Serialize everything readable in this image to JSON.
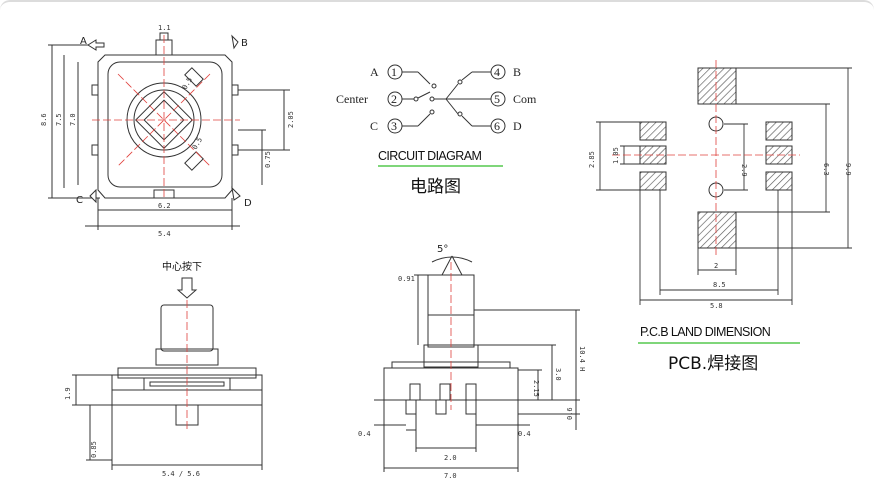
{
  "top_view": {
    "labels": {
      "a": "A",
      "b": "B",
      "c": "C",
      "d": "D"
    },
    "dims": {
      "width_outer": "5.4",
      "width_body": "6.2",
      "height_outer": "8.6",
      "height_body": "7.5",
      "height_inner": "7.0",
      "right_1": "2.05",
      "right_2": "0.75",
      "angle_1": "0.5",
      "angle_2": "0.5",
      "top": "1.1"
    }
  },
  "circuit": {
    "pins": [
      {
        "num": "1",
        "name": "A"
      },
      {
        "num": "2",
        "name": "Center"
      },
      {
        "num": "3",
        "name": "C"
      },
      {
        "num": "4",
        "name": "B"
      },
      {
        "num": "5",
        "name": "Com"
      },
      {
        "num": "6",
        "name": "D"
      }
    ],
    "title": "CIRCUIT DIAGRAM",
    "title_zh": "电路图"
  },
  "side_view": {
    "press_label": "中心按下",
    "dims": {
      "height": "1.9",
      "base": "0.85",
      "width": "5.4 / 5.6"
    }
  },
  "front_view": {
    "angle": "5°",
    "dims": {
      "shaft": "0.91",
      "total": "10.4 H",
      "body": "3.0",
      "mid": "2.15",
      "width": "7.0",
      "pitch": "2.0",
      "lead_l": "0.4",
      "lead_r": "0.4",
      "pin": "0.6"
    }
  },
  "pcb": {
    "title": "P.C.B LAND DIMENSION",
    "subtitle": "PCB.焊接图",
    "dims": {
      "left_outer": "2.85",
      "left_inner": "1.05",
      "pad_pitch": "2.9",
      "right_inner": "6.3",
      "right_outer": "9.9",
      "center": "2",
      "inner_w": "8.5",
      "outer_w": "5.8"
    }
  },
  "colors": {
    "ink": "#333333",
    "center_line": "#e0413d",
    "underline": "#7fd67a",
    "pad_hatch": "#5a5a5a"
  }
}
